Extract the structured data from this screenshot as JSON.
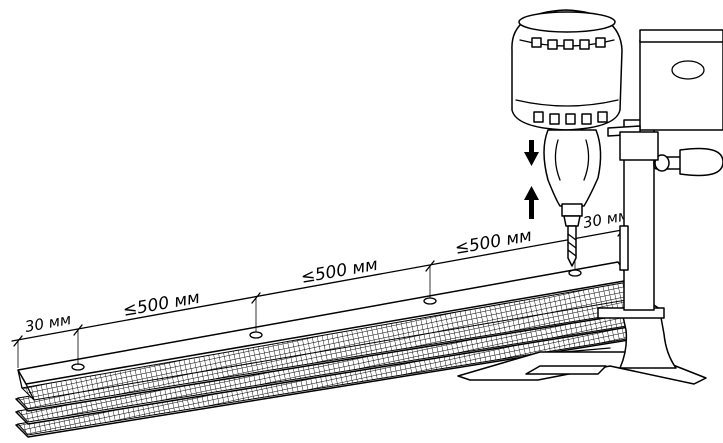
{
  "dimensions": [
    {
      "id": "edge_left",
      "text": "30 мм"
    },
    {
      "id": "gap_1",
      "text": "≤500  мм"
    },
    {
      "id": "gap_2",
      "text": "≤500  мм"
    },
    {
      "id": "gap_3",
      "text": "≤500  мм"
    },
    {
      "id": "edge_right",
      "text": "30 мм"
    }
  ],
  "drill_motion": [
    "down-arrow-icon",
    "up-arrow-icon"
  ],
  "colors": {
    "ink": "#000000",
    "paper": "#ffffff"
  }
}
